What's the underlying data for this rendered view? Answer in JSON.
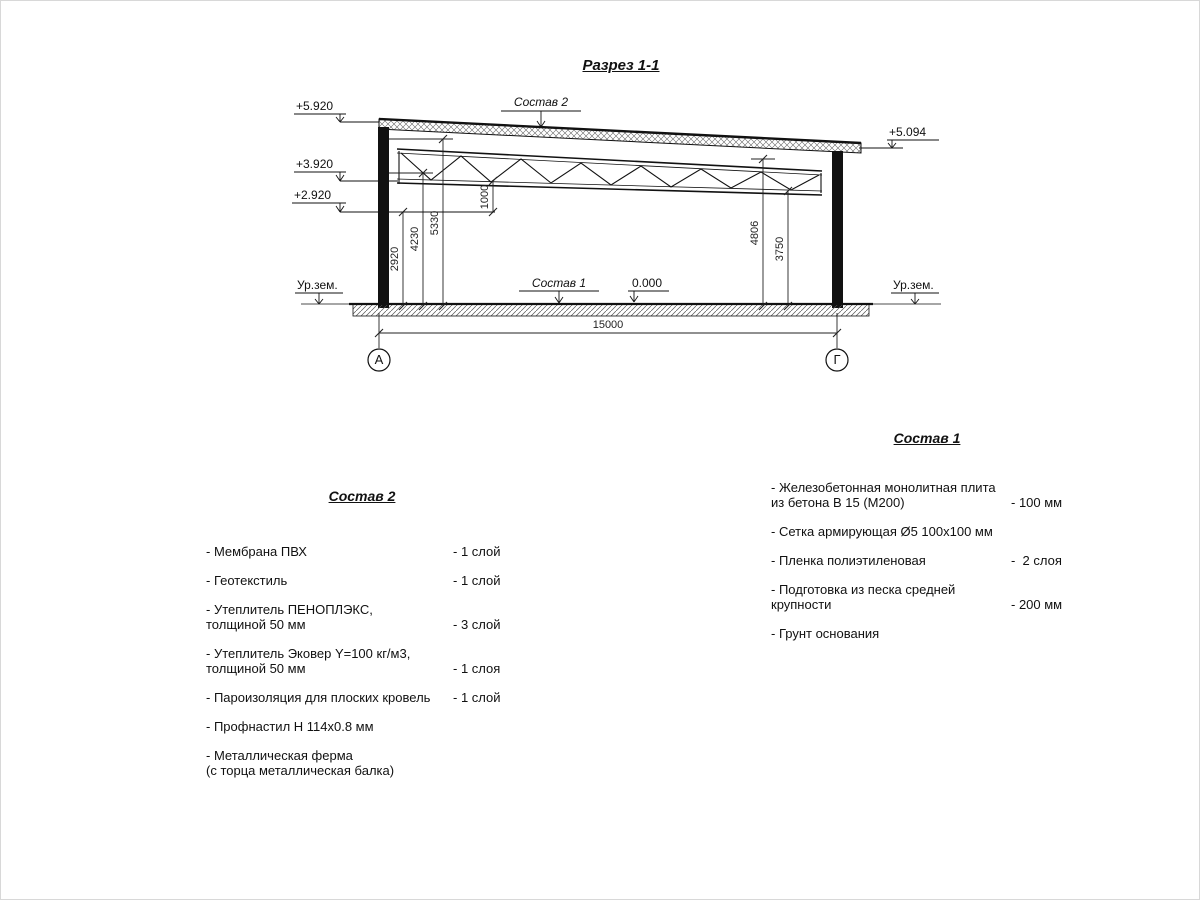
{
  "page": {
    "title": "Разрез 1-1"
  },
  "drawing": {
    "labels": {
      "sostav2_callout": "Состав 2",
      "sostav1_callout": "Состав 1",
      "zero_level": "0.000",
      "ground_left": "Ур.зем.",
      "ground_right": "Ур.зем.",
      "elev_left_top": "+5.920",
      "elev_left_mid": "+3.920",
      "elev_left_low": "+2.920",
      "elev_right": "+5.094",
      "axis_left": "А",
      "axis_right": "Г"
    },
    "dims": {
      "v1": "2920",
      "v2": "4230",
      "v3": "5330",
      "v4": "1000",
      "v5": "4806",
      "v6": "3750",
      "span": "15000"
    }
  },
  "sostav2": {
    "title": "Состав 2",
    "items": [
      {
        "line1": "- Мембрана ПВХ",
        "value": "- 1 слой"
      },
      {
        "line1": "- Геотекстиль",
        "value": "- 1 слой"
      },
      {
        "line1": "- Утеплитель ПЕНОПЛЭКС,",
        "line2": "толщиной 50 мм",
        "value": "- 3 слой"
      },
      {
        "line1": "- Утеплитель Эковер Y=100 кг/м3,",
        "line2": "толщиной 50 мм",
        "value": "- 1 слоя"
      },
      {
        "line1": "- Пароизоляция для плоских кровель",
        "value": "- 1 слой"
      },
      {
        "line1": "- Профнастил Н 114х0.8 мм",
        "value": ""
      },
      {
        "line1": "- Металлическая ферма",
        "line2": "(с торца металлическая балка)",
        "value": ""
      }
    ]
  },
  "sostav1": {
    "title": "Состав 1",
    "items": [
      {
        "line1": "- Железобетонная  монолитная плита",
        "line2": "из бетона В 15 (М200)",
        "value": "- 100 мм"
      },
      {
        "line1": "- Сетка армирующая Ø5 100х100 мм",
        "value": ""
      },
      {
        "line1": "- Пленка полиэтиленовая",
        "value": "-  2 слоя"
      },
      {
        "line1": "- Подготовка из песка средней",
        "line2": "крупности",
        "value": "- 200 мм"
      },
      {
        "line1": "- Грунт основания",
        "value": ""
      }
    ]
  }
}
